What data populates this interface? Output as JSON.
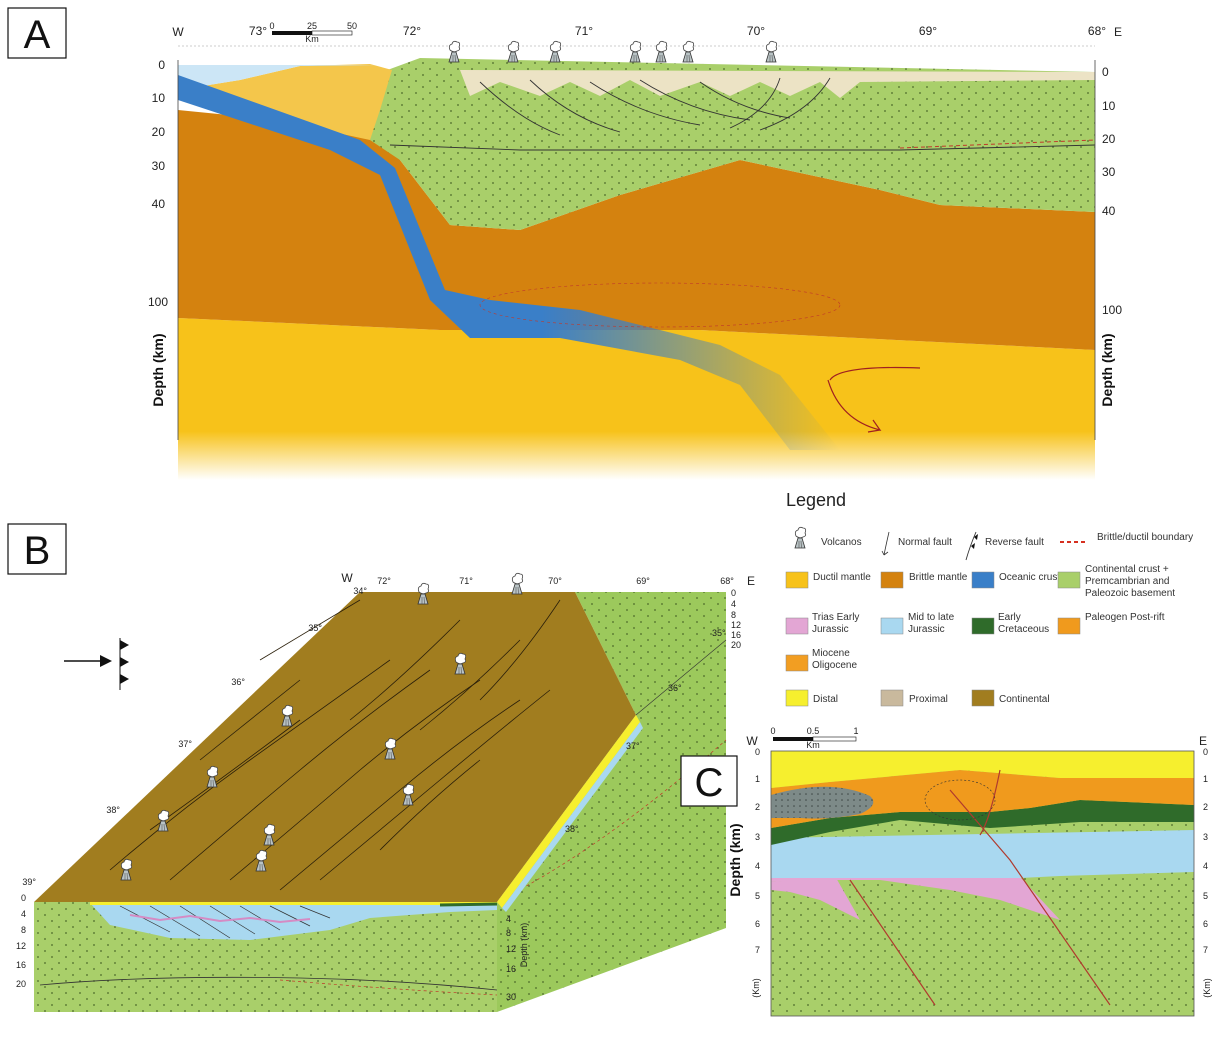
{
  "panel_a": {
    "letter": "A",
    "west": "W",
    "east": "E",
    "longitudes": [
      "73°",
      "72°",
      "71°",
      "70°",
      "69°",
      "68°"
    ],
    "scale_ticks": [
      "0",
      "25",
      "50"
    ],
    "scale_unit": "Km",
    "depth_ticks_left": [
      "0",
      "10",
      "20",
      "30",
      "40",
      "100"
    ],
    "depth_ticks_right": [
      "0",
      "10",
      "20",
      "30",
      "40",
      "100"
    ],
    "depth_label": "Depth (km)"
  },
  "panel_b": {
    "letter": "B",
    "west": "W",
    "east": "E",
    "longitudes": [
      "72°",
      "71°",
      "70°",
      "69°",
      "68°"
    ],
    "latitudes_left": [
      "34°",
      "35°",
      "36°",
      "37°",
      "38°",
      "39°"
    ],
    "latitudes_right": [
      "35°",
      "36°",
      "37°",
      "38°"
    ],
    "depth_ticks_left": [
      "0",
      "4",
      "8",
      "12",
      "16",
      "20"
    ],
    "depth_ticks_right": [
      "0",
      "4",
      "8",
      "12",
      "16",
      "20"
    ],
    "depth_ticks_front": [
      "4",
      "8",
      "12",
      "16",
      "30"
    ],
    "depth_label_small": "Depth (km)"
  },
  "panel_c": {
    "letter": "C",
    "west": "W",
    "east": "E",
    "scale_ticks": [
      "0",
      "0.5",
      "1"
    ],
    "scale_unit": "Km",
    "depth_ticks": [
      "0",
      "1",
      "2",
      "3",
      "4",
      "5",
      "6",
      "7"
    ],
    "depth_label": "Depth (km)",
    "unit_label": "(Km)"
  },
  "legend": {
    "title": "Legend",
    "symbols": [
      {
        "label": "Volcanos",
        "icon": "volcano-icon"
      },
      {
        "label": "Normal fault",
        "icon": "normal-fault-icon"
      },
      {
        "label": "Reverse fault",
        "icon": "reverse-fault-icon"
      },
      {
        "label": "Brittle/ductil boundary",
        "icon": "dashed-line-icon"
      }
    ],
    "units": [
      {
        "label": "Ductil mantle",
        "color": "#f7c21a"
      },
      {
        "label": "Brittle mantle",
        "color": "#d4820f"
      },
      {
        "label": "Oceanic crust",
        "color": "#3a7fc8"
      },
      {
        "label": "Continental crust + Premcambrian and Paleozoic basement",
        "color": "#a9cf6a"
      },
      {
        "label": "Trias Early Jurassic",
        "color": "#e3a6d4"
      },
      {
        "label": "Mid to late Jurassic",
        "color": "#a9d8f0"
      },
      {
        "label": "Early Cretaceous",
        "color": "#2f6b2a"
      },
      {
        "label": "Paleogen Post-rift",
        "color": "#f09a1d"
      },
      {
        "label": "Miocene Oligocene",
        "color": "#f29e22"
      },
      {
        "label": "Distal",
        "color": "#f6ef2e"
      },
      {
        "label": "Proximal",
        "color": "#c9b99d"
      },
      {
        "label": "Continental",
        "color": "#a17d1f"
      }
    ]
  }
}
